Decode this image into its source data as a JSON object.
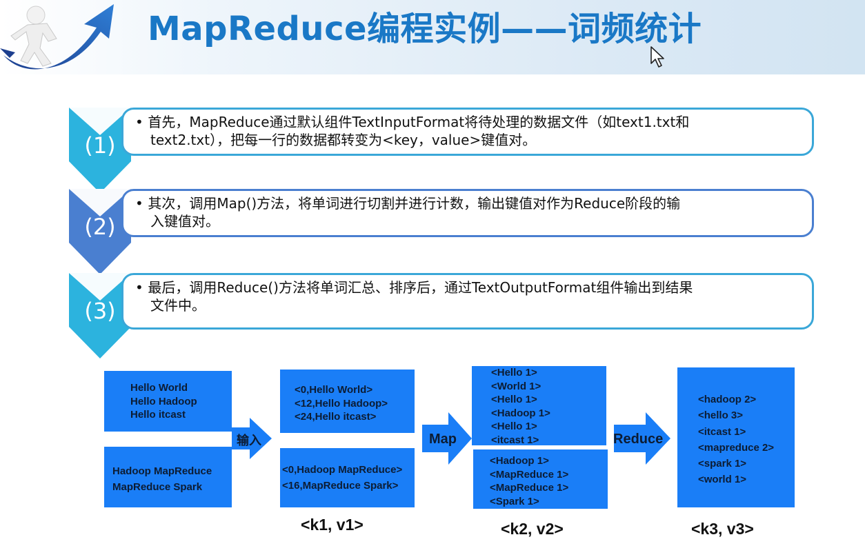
{
  "header": {
    "title": "MapReduce编程实例——词频统计"
  },
  "steps": [
    {
      "number": "(1)",
      "lines": [
        "首先，MapReduce通过默认组件TextInputFormat将待处理的数据文件（如text1.txt和",
        "text2.txt），把每一行的数据都转变为<key，value>键值对。"
      ],
      "color": "#3aa7d8"
    },
    {
      "number": "(2)",
      "lines": [
        "其次，调用Map()方法，将单词进行切割并进行计数，输出键值对作为Reduce阶段的输",
        "入键值对。"
      ],
      "color": "#4a7fd0"
    },
    {
      "number": "(3)",
      "lines": [
        "最后，调用Reduce()方法将单词汇总、排序后，通过TextOutputFormat组件输出到结果",
        "文件中。"
      ],
      "color": "#3aa7d8"
    }
  ],
  "flow": {
    "input_top": [
      "Hello World",
      "Hello Hadoop",
      "Hello itcast"
    ],
    "input_bottom": [
      "Hadoop MapReduce",
      "MapReduce Spark"
    ],
    "arrow1_label": "输入",
    "kv1_top": [
      "<0,Hello World>",
      "<12,Hello Hadoop>",
      "<24,Hello itcast>"
    ],
    "kv1_bottom": [
      "<0,Hadoop MapReduce>",
      "<16,MapReduce Spark>"
    ],
    "arrow2_label": "Map",
    "kv2_top": [
      "<Hello 1>",
      "<World 1>",
      "<Hello 1>",
      "<Hadoop 1>",
      "<Hello 1>",
      "<itcast 1>"
    ],
    "kv2_bottom": [
      "<Hadoop 1>",
      "<MapReduce 1>",
      "<MapReduce 1>",
      "<Spark 1>"
    ],
    "arrow3_label": "Reduce",
    "kv3": [
      "<hadoop  2>",
      "<hello  3>",
      "<itcast  1>",
      "<mapreduce  2>",
      "<spark  1>",
      "<world  1>"
    ],
    "label_k1v1": "<k1, v1>",
    "label_k2v2": "<k2, v2>",
    "label_k3v3": "<k3, v3>",
    "box_color": "#1a7ef7"
  }
}
